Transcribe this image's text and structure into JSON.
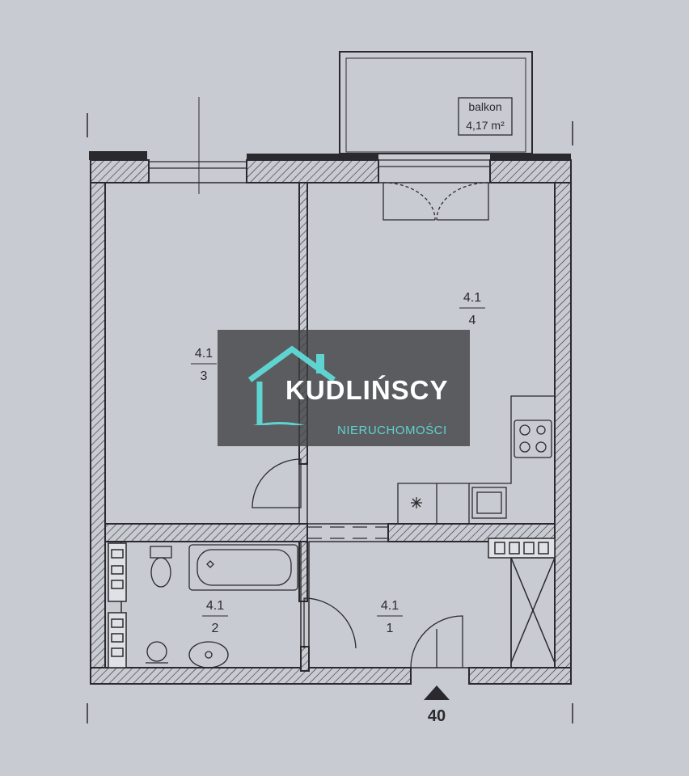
{
  "plan": {
    "balcony": {
      "name": "balkon",
      "area": "4,17 m²"
    },
    "rooms": [
      {
        "line1": "4.1",
        "line2": "1"
      },
      {
        "line1": "4.1",
        "line2": "2"
      },
      {
        "line1": "4.1",
        "line2": "3"
      },
      {
        "line1": "4.1",
        "line2": "4"
      }
    ],
    "entrance_number": "40"
  },
  "watermark": {
    "name": "KUDLIŃSCY",
    "subtitle": "NIERUCHOMOŚCI"
  },
  "colors": {
    "paper": "#c9cbd2",
    "ink": "#2a2a2e",
    "watermark_bg": "#404044",
    "brand_teal": "#5fd3d0"
  }
}
